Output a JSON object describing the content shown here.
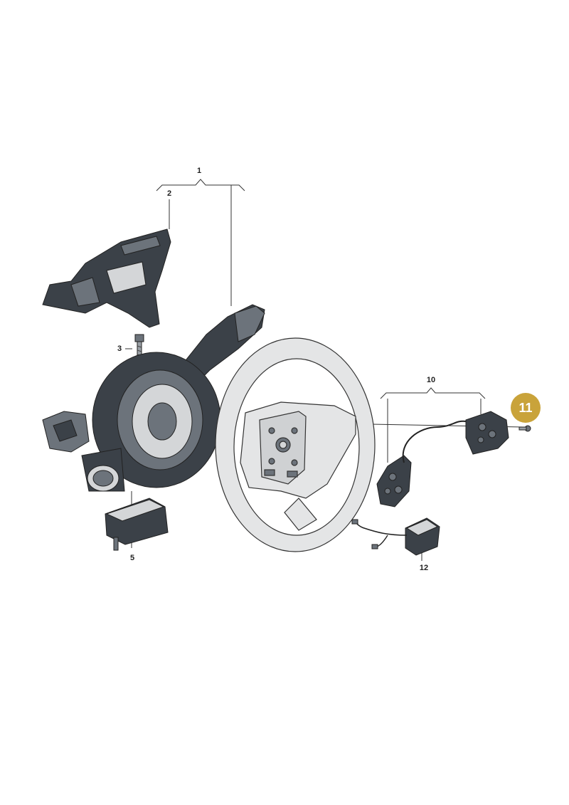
{
  "colors": {
    "line": "#333333",
    "part_dark": "#3b4148",
    "part_mid": "#6c737b",
    "part_light": "#d4d6d8",
    "wheel_light": "#e4e5e6",
    "highlight": "#c9a33a"
  },
  "callouts": [
    {
      "id": "1",
      "label": "1"
    },
    {
      "id": "2",
      "label": "2"
    },
    {
      "id": "3",
      "label": "3"
    },
    {
      "id": "5",
      "label": "5"
    },
    {
      "id": "10",
      "label": "10"
    },
    {
      "id": "12",
      "label": "12"
    }
  ],
  "highlighted_callout": {
    "id": "11",
    "label": "11"
  }
}
